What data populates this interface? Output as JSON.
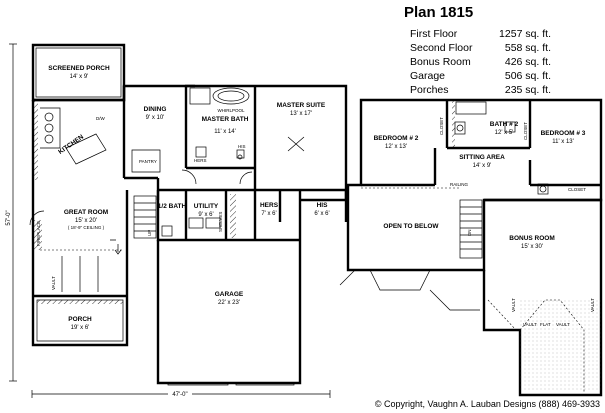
{
  "plan": {
    "title": "Plan 1815",
    "specs": [
      {
        "label": "First Floor",
        "value": "1257 sq. ft."
      },
      {
        "label": "Second Floor",
        "value": "558 sq. ft."
      },
      {
        "label": "Bonus Room",
        "value": "426 sq. ft."
      },
      {
        "label": "Garage",
        "value": "506 sq. ft."
      },
      {
        "label": "Porches",
        "value": "235 sq. ft."
      }
    ],
    "copyright": "© Copyright, Vaughn A. Lauban Designs (888) 469-3933"
  },
  "first_floor": {
    "dim_width": "47'-0\"",
    "dim_depth": "57'-0\"",
    "rooms": {
      "screened_porch": {
        "name": "SCREENED PORCH",
        "size": "14' x 9'"
      },
      "dining": {
        "name": "DINING",
        "size": "9' x 10'"
      },
      "master_bath": {
        "name": "MASTER BATH",
        "size": "11' x 14'"
      },
      "master_suite": {
        "name": "MASTER SUITE",
        "size": "13' x 17'"
      },
      "kitchen": {
        "name": "KITCHEN"
      },
      "great_room": {
        "name": "GREAT ROOM",
        "size": "15' x 20'",
        "note": "( 18'-9\" CEILING )"
      },
      "pantry": {
        "name": "PANTRY"
      },
      "half_bath": {
        "name": "1/2 BATH"
      },
      "utility": {
        "name": "UTILITY",
        "size": "9' x 6'"
      },
      "hers": {
        "name": "HERS",
        "size": "7' x 6'"
      },
      "his": {
        "name": "HIS",
        "size": "6' x 6'"
      },
      "garage": {
        "name": "GARAGE",
        "size": "22' x 23'"
      },
      "porch": {
        "name": "PORCH",
        "size": "19' x 6'"
      }
    },
    "labels": {
      "whirlpool": "WHIRLPOOL",
      "his_sink": "HIS",
      "hers_sink": "HERS",
      "fireplace": "FIREPLACE",
      "vault": "VAULT",
      "up": "UP",
      "dn": "DN",
      "shelves": "SHELVES",
      "dw": "D/W"
    }
  },
  "second_floor": {
    "rooms": {
      "bedroom2": {
        "name": "BEDROOM # 2",
        "size": "12' x 13'"
      },
      "bath2": {
        "name": "BATH # 2",
        "size": "12' x 5'"
      },
      "bedroom3": {
        "name": "BEDROOM # 3",
        "size": "11' x 13'"
      },
      "sitting_area": {
        "name": "SITTING AREA",
        "size": "14' x 9'"
      },
      "open_below": {
        "name": "OPEN TO BELOW"
      },
      "bonus_room": {
        "name": "BONUS ROOM",
        "size": "15' x 30'"
      }
    },
    "labels": {
      "closet": "CLOSET",
      "closet2": "CLOSET",
      "closet3": "CLOSET",
      "railing": "RAILING",
      "vault1": "VAULT",
      "vault2": "VAULT",
      "flat": "FLAT",
      "vault3": "VAULT",
      "vault4": "VAULT",
      "dn": "DN"
    }
  }
}
